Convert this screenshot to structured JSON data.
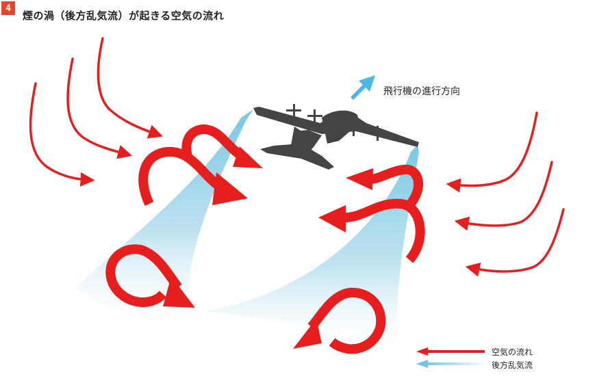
{
  "header": {
    "figure_number": "4",
    "title": "煙の渦（後方乱気流）が起きる空気の流れ"
  },
  "diagram": {
    "direction_label": "飛行機の進行方向",
    "legend": [
      {
        "label": "空気の流れ",
        "kind": "air-flow",
        "color": "#e61e1e"
      },
      {
        "label": "後方乱気流",
        "kind": "wake-turbulence",
        "color": "#74c4e2"
      }
    ],
    "colors": {
      "air_flow": "#e61e1e",
      "wake": "#7cc7e3",
      "aircraft": "#444444",
      "direction_arrow": "#4db8e6",
      "badge": "#e8462b"
    }
  }
}
